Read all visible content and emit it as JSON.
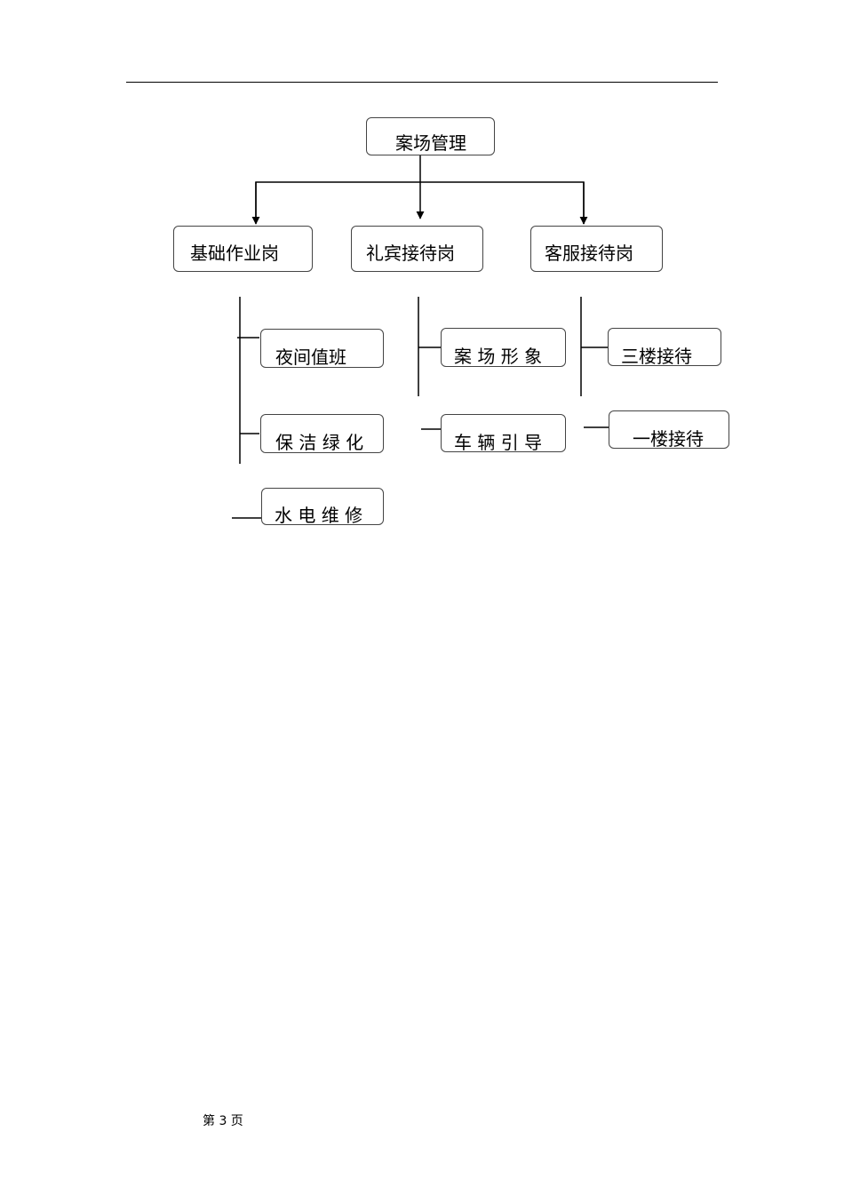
{
  "root": "案场管理",
  "departments": [
    {
      "label": "基础作业岗",
      "duties": [
        "夜间值班",
        "保 洁 绿 化",
        "水 电 维 修"
      ]
    },
    {
      "label": "礼宾接待岗",
      "duties": [
        "案 场 形 象",
        "车 辆 引 导"
      ]
    },
    {
      "label": "客服接待岗",
      "duties": [
        "三楼接待",
        "一楼接待"
      ]
    }
  ],
  "footer": "第  3  页"
}
